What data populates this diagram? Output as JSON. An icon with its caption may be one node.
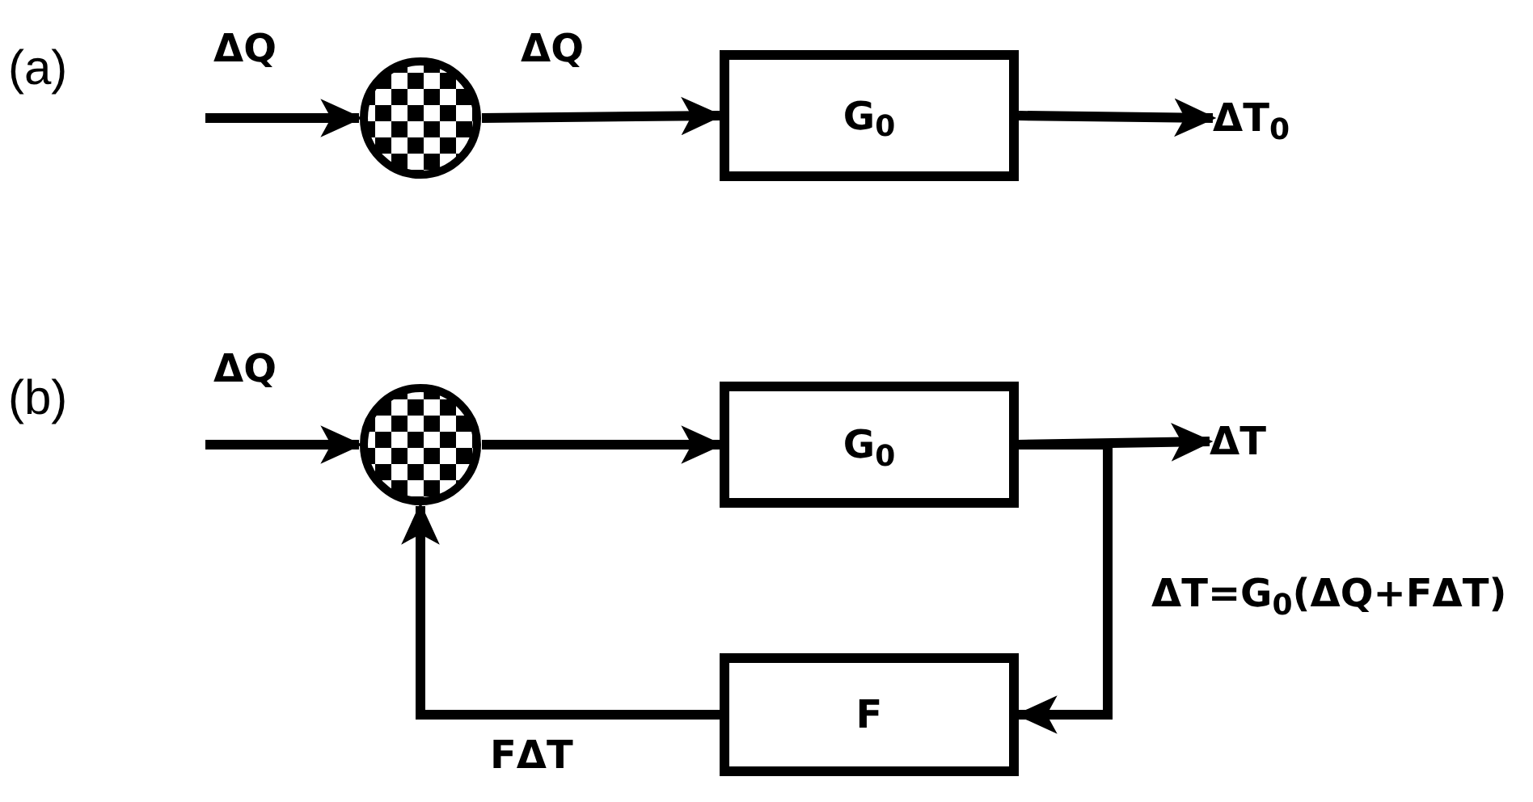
{
  "diagram": {
    "nodes": [
      {
        "text": [],
        "shape": "circle"
      },
      {
        "text": [
          "G$_{0}$"
        ]
      },
      {
        "text": [
          "ΔT$_{0}$"
        ]
      },
      {
        "text": [],
        "shape": "circle"
      },
      {
        "text": [
          "G$_{0}$"
        ]
      },
      {
        "text": [
          "ΔT"
        ]
      },
      {
        "text": [
          "F"
        ]
      }
    ],
    "edges": [
      {
        "from": null,
        "to": 0,
        "arrow": "to",
        "label": "ΔQ"
      },
      {
        "from": 0,
        "to": 1,
        "arrow": "to",
        "label": "ΔQ"
      },
      {
        "from": 1,
        "to": 2,
        "arrow": "to"
      },
      {
        "from": null,
        "to": 3,
        "arrow": "to",
        "label": "ΔQ"
      },
      {
        "from": 3,
        "to": 4,
        "arrow": "to"
      },
      {
        "from": 4,
        "to": 5,
        "arrow": "to"
      },
      {
        "from": 4,
        "to": 6,
        "arrow": "to"
      },
      {
        "from": 6,
        "to": 3,
        "arrow": "to",
        "label": "FΔT"
      }
    ],
    "labels": [
      "(a)",
      "(b)",
      "ΔT=G$_{0}$(ΔQ+FΔT)"
    ]
  }
}
